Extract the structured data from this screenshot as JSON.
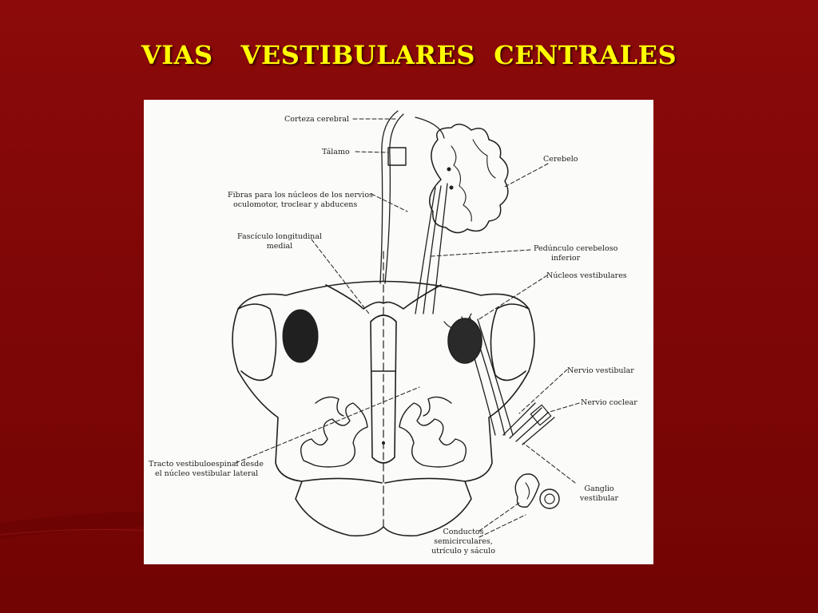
{
  "slide": {
    "title": "VIAS   VESTIBULARES  CENTRALES"
  },
  "diagram": {
    "labels": {
      "corteza": "Corteza cerebral",
      "talamo": "Tálamo",
      "cerebelo": "Cerebelo",
      "fibras_line1": "Fibras para los núcleos de los nervios",
      "fibras_line2": "oculomotor, troclear y abducens",
      "fasciculo_line1": "Fascículo longitudinal",
      "fasciculo_line2": "medial",
      "pedunculo_line1": "Pedúnculo cerebeloso",
      "pedunculo_line2": "inferior",
      "nucleos": "Núcleos vestibulares",
      "nervio_vestibular": "Nervio vestibular",
      "nervio_coclear": "Nervio coclear",
      "tracto_line1": "Tracto vestibuloespinal desde",
      "tracto_line2": "el núcleo vestibular lateral",
      "ganglio_line1": "Ganglio",
      "ganglio_line2": "vestibular",
      "conductos_line1": "Conductos",
      "conductos_line2": "semicirculares,",
      "conductos_line3": "utrículo y sáculo"
    }
  }
}
